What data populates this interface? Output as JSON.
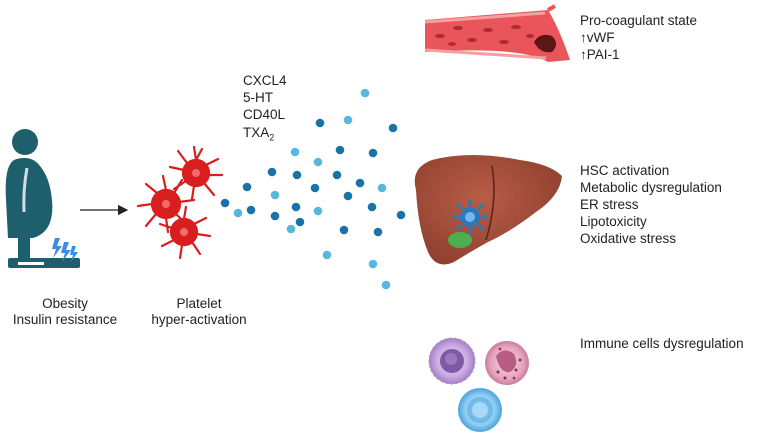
{
  "labels": {
    "obesity": [
      "Obesity",
      "Insulin resistance"
    ],
    "platelet": [
      "Platelet",
      "hyper-activation"
    ],
    "mediators": [
      "CXCL4",
      "5-HT",
      "CD40L",
      "TXA"
    ],
    "txa_subscript": "2",
    "procoagulant": [
      "Pro-coagulant state",
      "↑vWF",
      "↑PAI-1"
    ],
    "liver_effects": [
      "HSC activation",
      "Metabolic dysregulation",
      "ER stress",
      "Lipotoxicity",
      "Oxidative stress"
    ],
    "immune": "Immune cells dysregulation"
  },
  "icons": [
    "person-on-scale-icon",
    "lightning-icon",
    "arrow-icon",
    "platelet-icon",
    "blood-vessel-icon",
    "clot-icon",
    "liver-icon",
    "hepatic-stellate-cell-icon",
    "gallbladder-icon",
    "immune-cell-icon"
  ],
  "colors": {
    "person": "#1e5f6e",
    "platelet": "#d81e1e",
    "dot_dark": "#1a73a8",
    "dot_light": "#58b7de",
    "vessel": "#e9555b",
    "liver": "#9c4a38",
    "hsc": "#2b79b9",
    "gallbladder": "#4caf50"
  }
}
